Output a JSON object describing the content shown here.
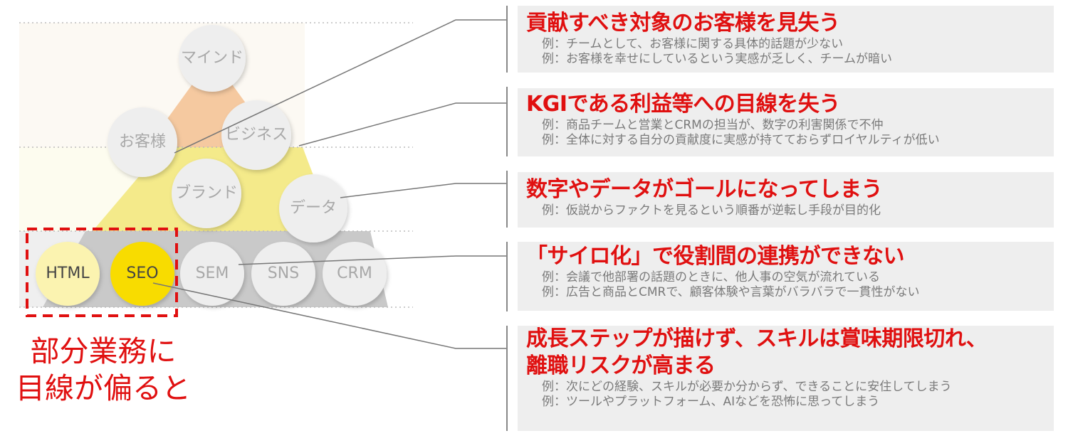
{
  "pyramid": {
    "circles": [
      {
        "label": "マインド",
        "fill": "#eeeeee"
      },
      {
        "label": "お客様",
        "fill": "#eeeeee"
      },
      {
        "label": "ビジネス",
        "fill": "#eeeeee"
      },
      {
        "label": "ブランド",
        "fill": "#eeeeee"
      },
      {
        "label": "データ",
        "fill": "#eeeeee"
      },
      {
        "label": "HTML",
        "fill": "#fbf3b0"
      },
      {
        "label": "SEO",
        "fill": "#f8dc00"
      },
      {
        "label": "SEM",
        "fill": "#eeeeee"
      },
      {
        "label": "SNS",
        "fill": "#eeeeee"
      },
      {
        "label": "CRM",
        "fill": "#eeeeee"
      }
    ],
    "callout": [
      "部分業務に",
      "目線が偏ると"
    ]
  },
  "problems": [
    {
      "title": "貢献すべき対象のお客様を見失う",
      "examples": [
        "例：チームとして、お客様に関する具体的話題が少ない",
        "例：お客様を幸せにしているという実感が乏しく、チームが暗い"
      ]
    },
    {
      "title": "KGIである利益等への目線を失う",
      "examples": [
        "例：商品チームと営業とCRMの担当が、数字の利害関係で不仲",
        "例：全体に対する自分の貢献度に実感が持てておらずロイヤルティが低い"
      ]
    },
    {
      "title": "数字やデータがゴールになってしまう",
      "examples": [
        "例：仮説からファクトを見るという順番が逆転し手段が目的化"
      ]
    },
    {
      "title": "「サイロ化」で役割間の連携ができない",
      "examples": [
        "例：会議で他部署の話題のときに、他人事の空気が流れている",
        "例：広告と商品とCMRで、顧客体験や言葉がバラバラで一貫性がない"
      ]
    },
    {
      "title": "成長ステップが描けず、スキルは賞味期限切れ、",
      "title2": "離職リスクが高まる",
      "examples": [
        "例：次にどの経験、スキルが必要か分からず、できることに安住してしまう",
        "例：ツールやプラットフォーム、AIなどを恐怖に思ってしまう"
      ]
    }
  ],
  "colors": {
    "accent": "#e01010",
    "box": "#eeeeee"
  }
}
